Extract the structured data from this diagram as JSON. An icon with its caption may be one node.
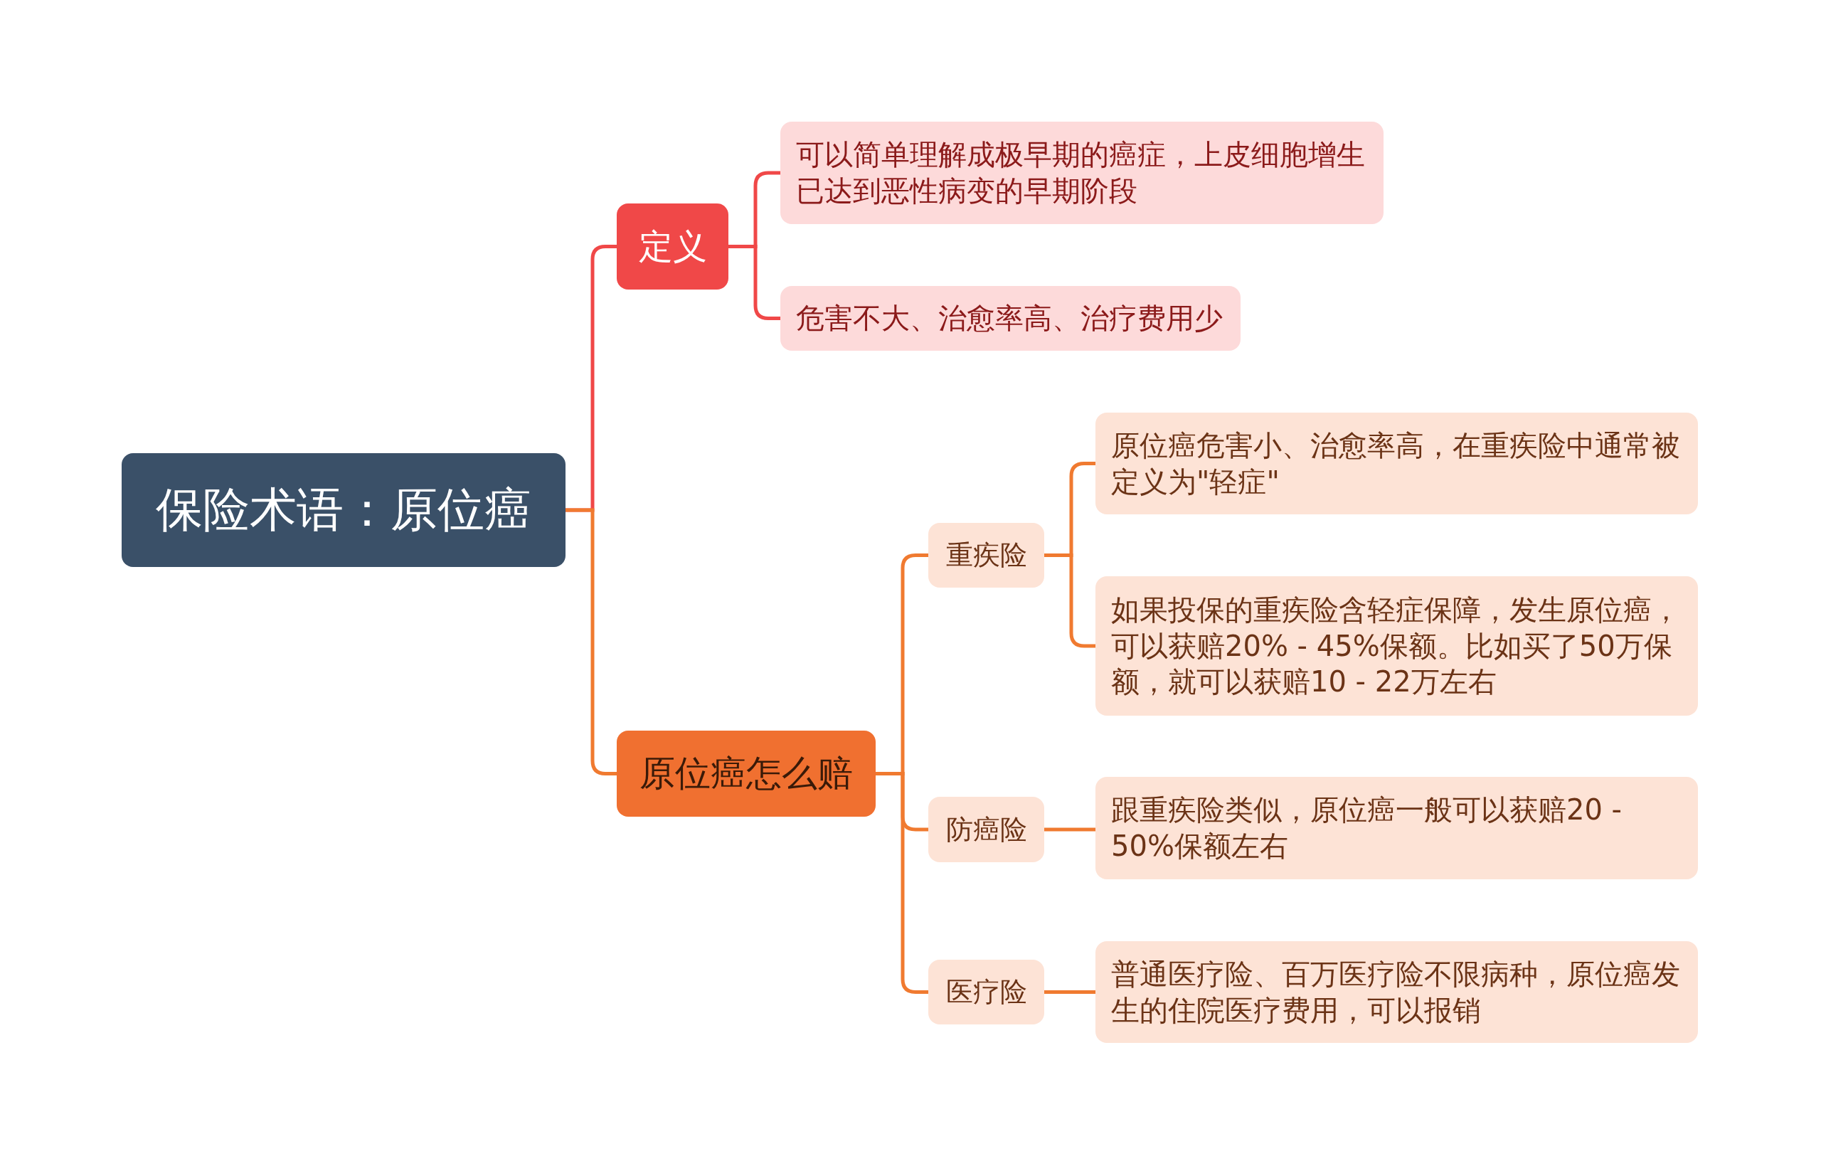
{
  "diagram": {
    "nodes": [
      {
        "text": [
          "保险术语：原位癌"
        ]
      },
      {
        "text": [
          "定义"
        ]
      },
      {
        "text": [
          "可以简单理解成极早期的癌症，上皮细胞增生已达到恶性病变的早期阶段"
        ]
      },
      {
        "text": [
          "危害不大、治愈率高、治疗费用少"
        ]
      },
      {
        "text": [
          "原位癌怎么赔"
        ]
      },
      {
        "text": [
          "重疾险"
        ]
      },
      {
        "text": [
          "原位癌危害小、治愈率高，在重疾险中通常被定义为\"轻症\""
        ]
      },
      {
        "text": [
          "如果投保的重疾险含轻症保障，发生原位癌，可以获赔20% - 45%保额。比如买了50万保额，就可以获赔10 - 22万左右"
        ]
      },
      {
        "text": [
          "防癌险"
        ]
      },
      {
        "text": [
          "跟重疾险类似，原位癌一般可以获赔20 - 50%保额左右"
        ]
      },
      {
        "text": [
          "医疗险"
        ]
      },
      {
        "text": [
          "普通医疗险、百万医疗险不限病种，原位癌发生的住院医疗费用，可以报销"
        ]
      }
    ],
    "edges": [
      {
        "from": 0,
        "to": 1,
        "arrow": "none",
        "color": "#f04848"
      },
      {
        "from": 0,
        "to": 4,
        "arrow": "none"
      },
      {
        "from": 1,
        "to": 2,
        "arrow": "none",
        "color": "#f04848"
      },
      {
        "from": 1,
        "to": 3,
        "arrow": "none",
        "color": "#f04848"
      },
      {
        "from": 4,
        "to": 5,
        "arrow": "none"
      },
      {
        "from": 4,
        "to": 8,
        "arrow": "none"
      },
      {
        "from": 4,
        "to": 10,
        "arrow": "none"
      },
      {
        "from": 5,
        "to": 6,
        "arrow": "none"
      },
      {
        "from": 5,
        "to": 7,
        "arrow": "none"
      },
      {
        "from": 8,
        "to": 9,
        "arrow": "none"
      },
      {
        "from": 10,
        "to": 11,
        "arrow": "none"
      }
    ]
  }
}
